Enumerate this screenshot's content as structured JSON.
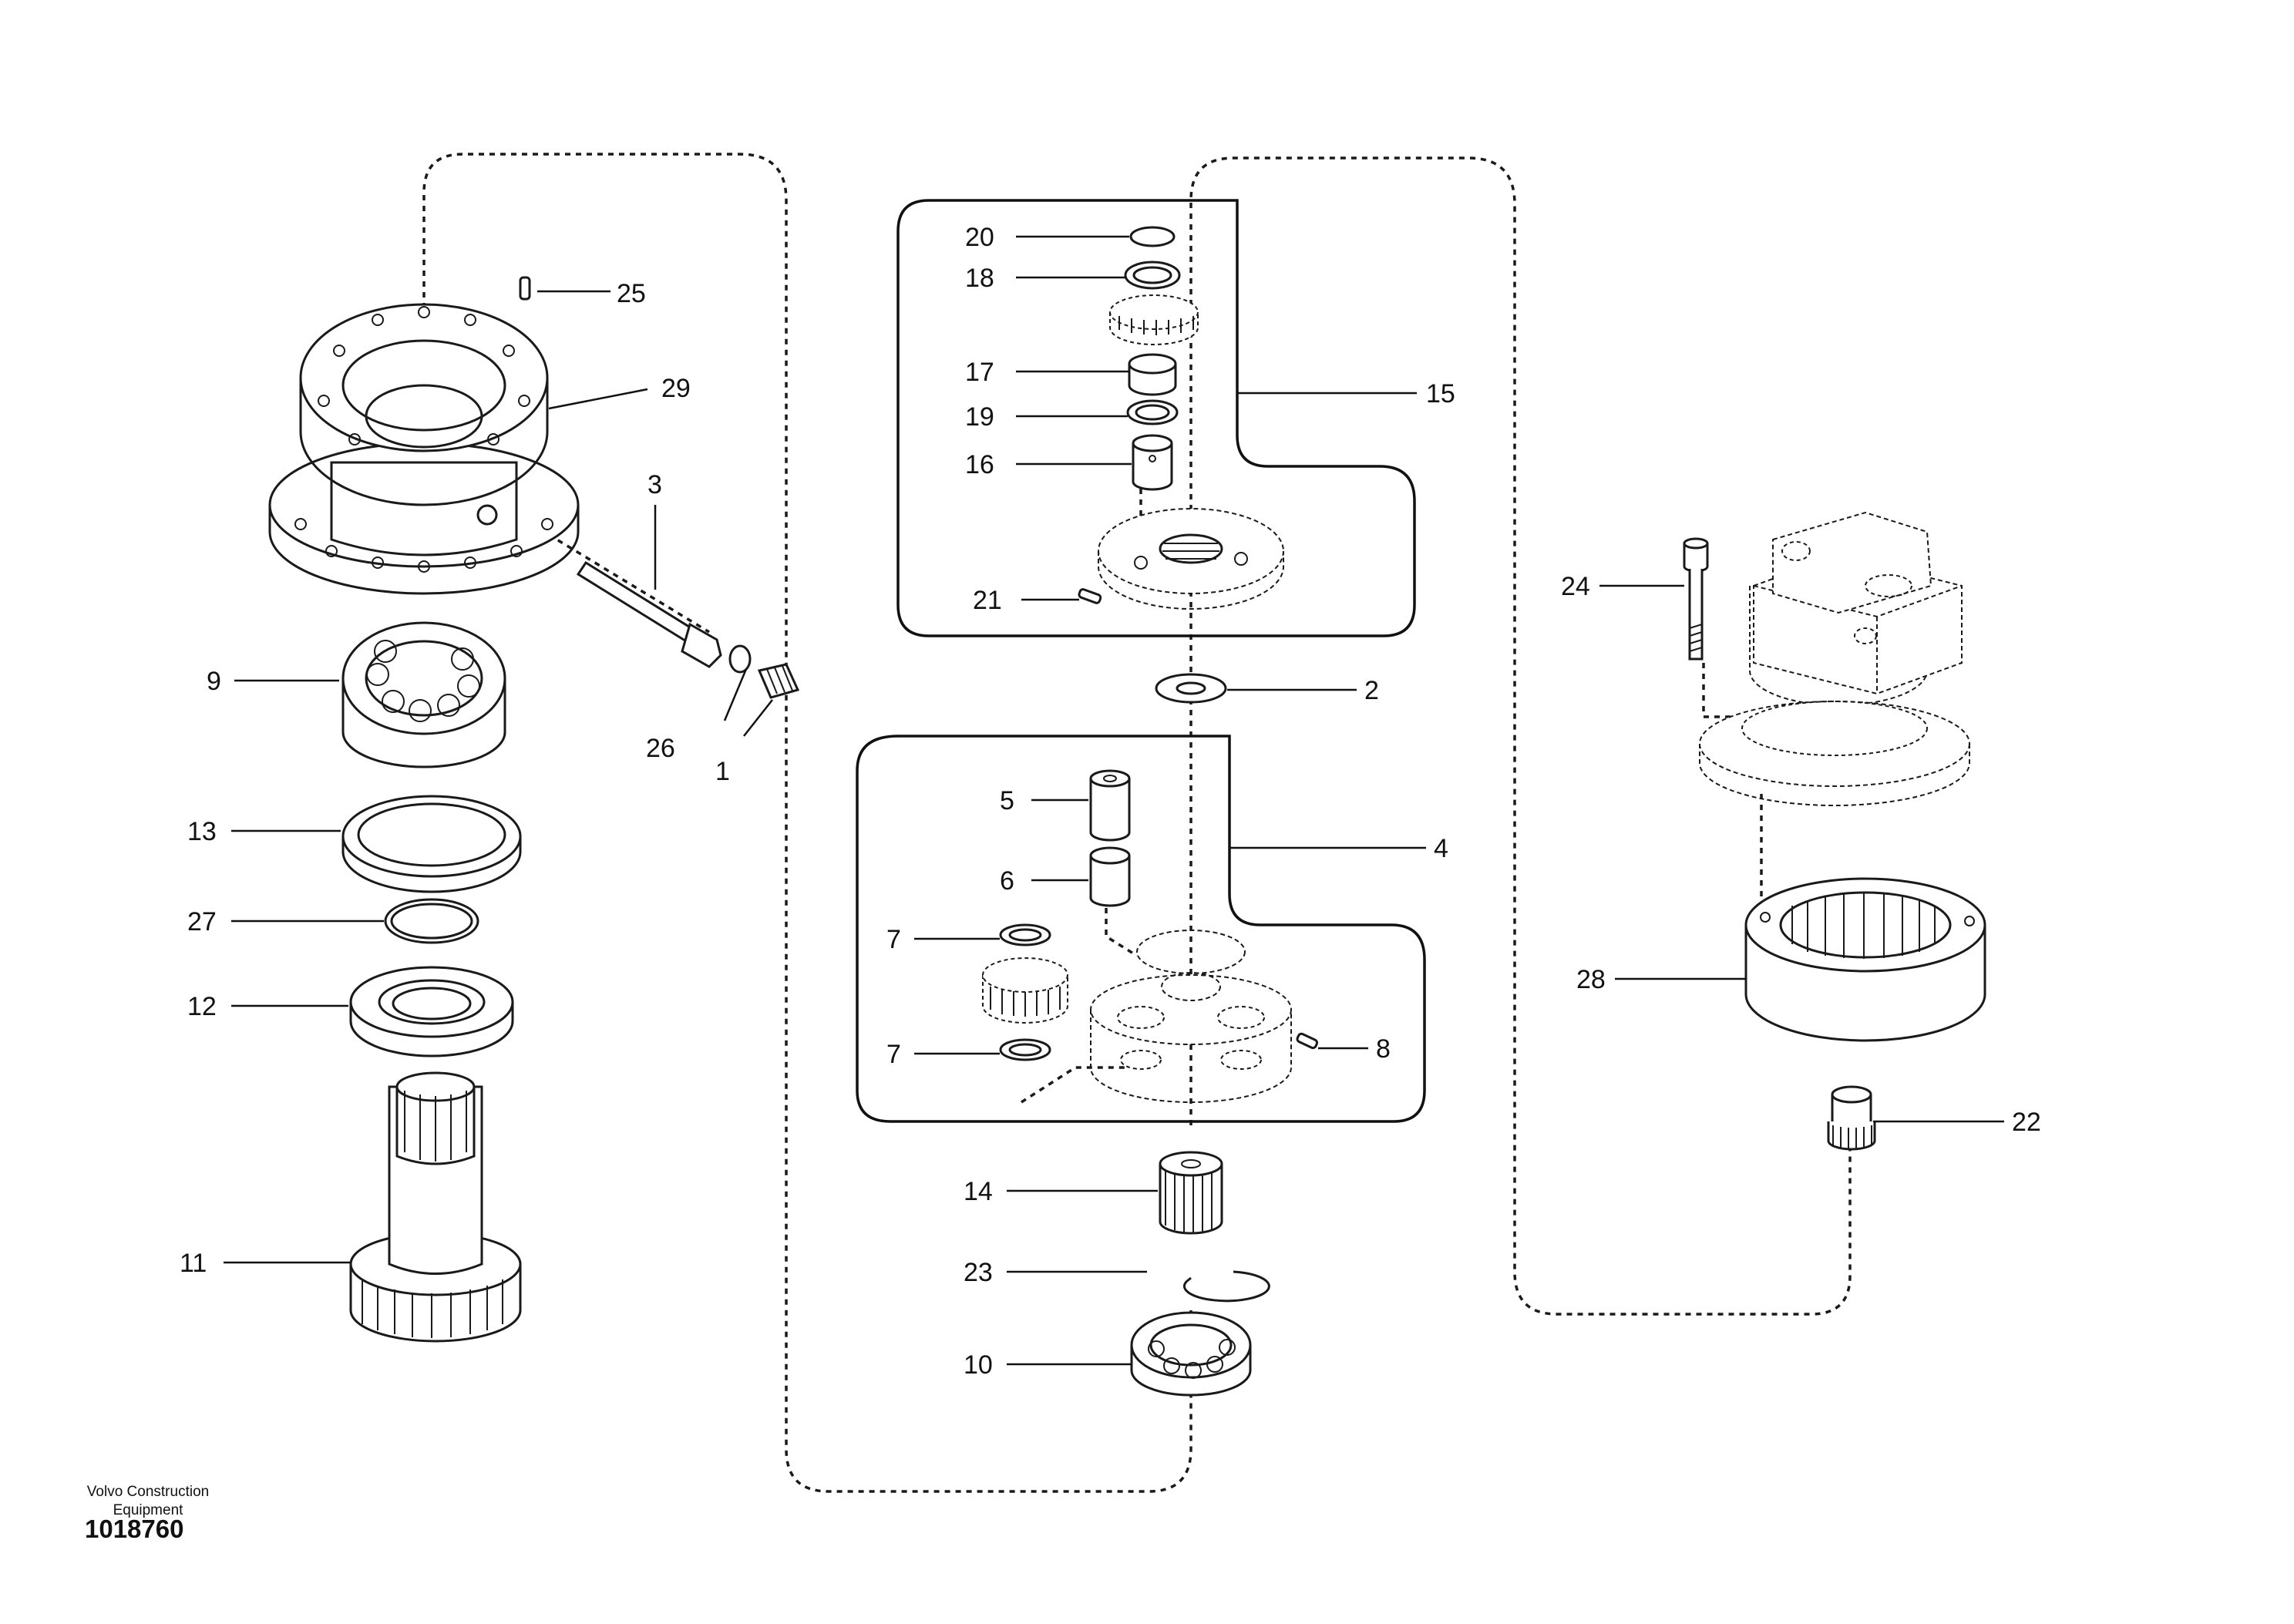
{
  "labels": {
    "l1": "1",
    "l2": "2",
    "l3": "3",
    "l4": "4",
    "l5": "5",
    "l6": "6",
    "l7a": "7",
    "l7b": "7",
    "l8": "8",
    "l9": "9",
    "l10": "10",
    "l11": "11",
    "l12": "12",
    "l13": "13",
    "l14": "14",
    "l15": "15",
    "l16": "16",
    "l17": "17",
    "l18": "18",
    "l19": "19",
    "l20": "20",
    "l21": "21",
    "l22": "22",
    "l23": "23",
    "l24": "24",
    "l25": "25",
    "l26": "26",
    "l27": "27",
    "l28": "28",
    "l29": "29"
  },
  "footer": {
    "company_line1": "Volvo Construction",
    "company_line2": "Equipment",
    "drawing_number": "1018760"
  }
}
